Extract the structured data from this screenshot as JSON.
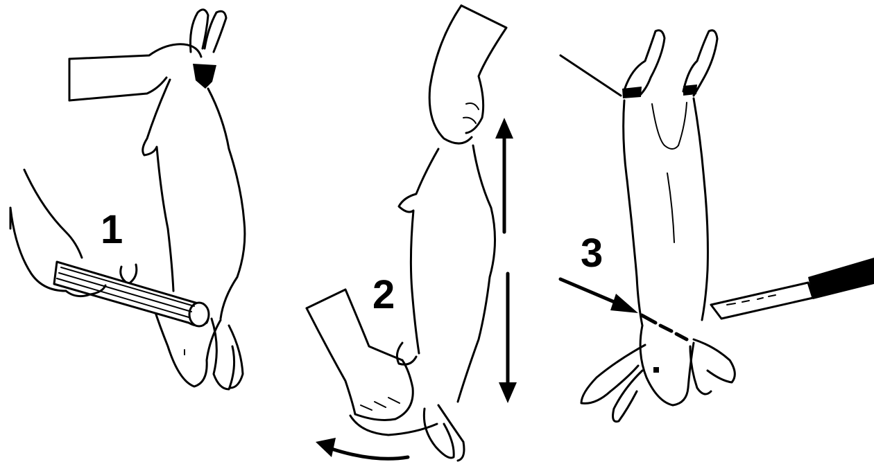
{
  "steps": [
    {
      "label": "1"
    },
    {
      "label": "2"
    },
    {
      "label": "3"
    }
  ],
  "colors": {
    "ink": "#000000",
    "paper": "#ffffff"
  }
}
